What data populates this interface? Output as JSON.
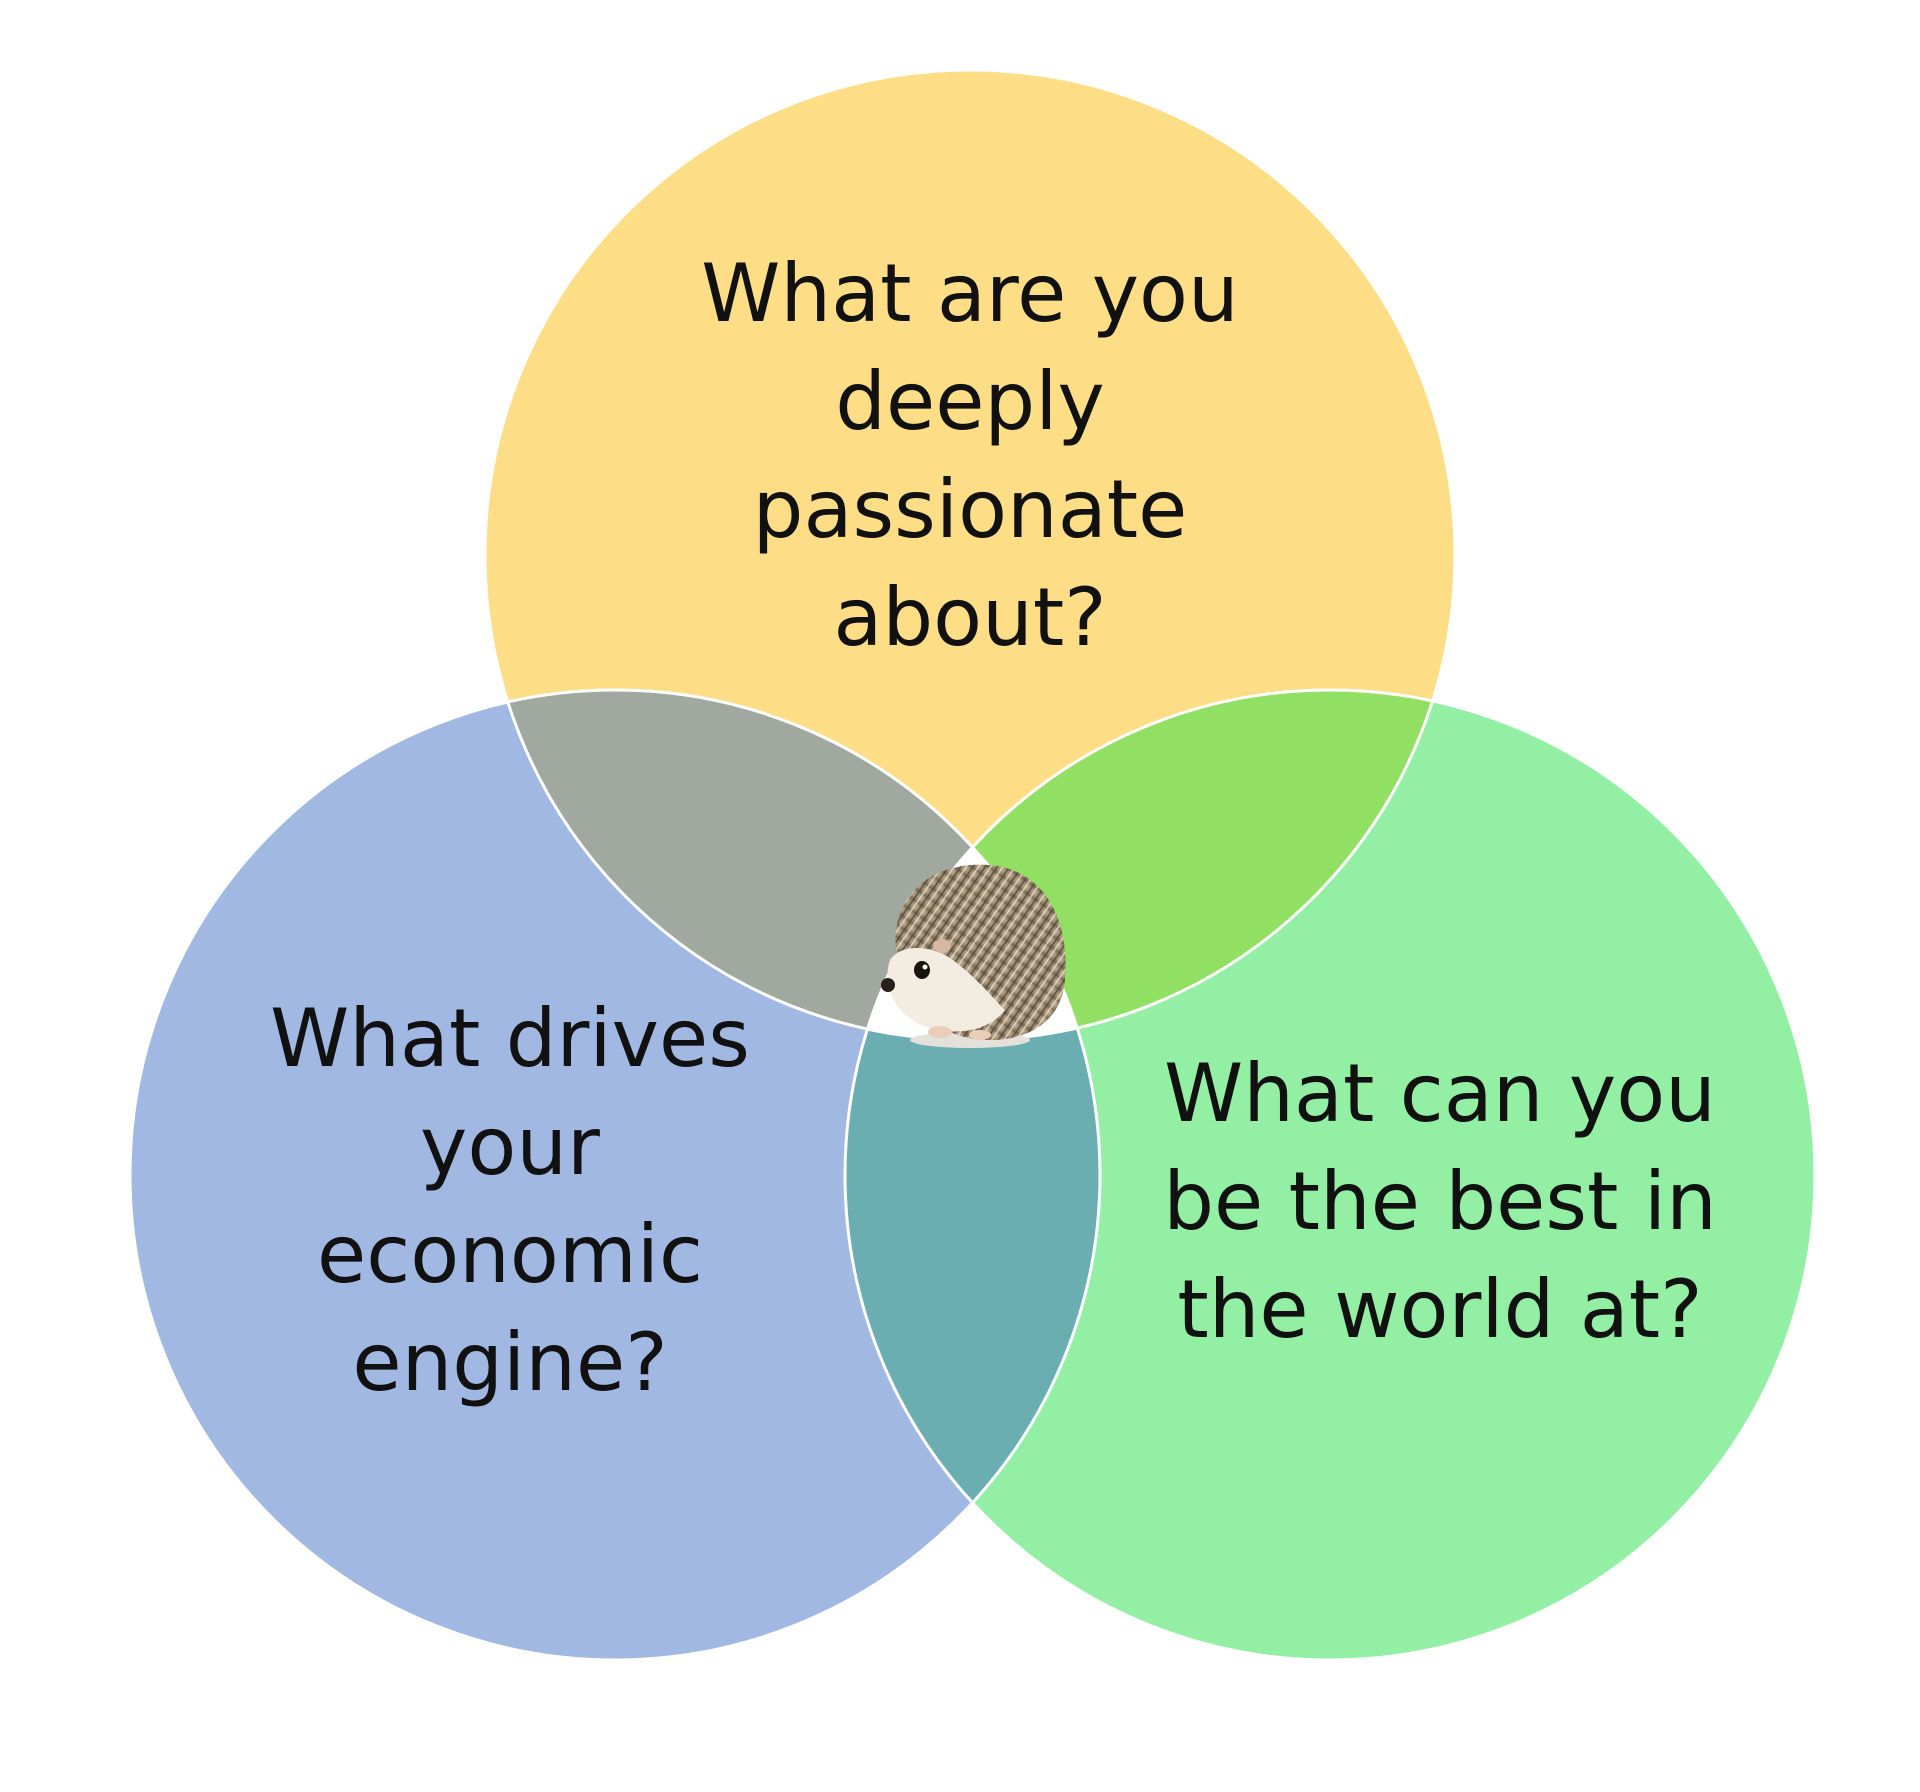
{
  "diagram": {
    "type": "venn",
    "circles": [
      {
        "id": "passion",
        "color": "#FDDD85",
        "lines": [
          "What are you",
          "deeply",
          "passionate",
          "about?"
        ]
      },
      {
        "id": "economic",
        "color": "#A1B8E3",
        "lines": [
          "What drives",
          "your",
          "economic",
          "engine?"
        ]
      },
      {
        "id": "best",
        "color": "#93EFA4",
        "lines": [
          "What can you",
          "be the best in",
          "the world at?"
        ]
      }
    ],
    "overlap_colors": {
      "passion_economic": "#A1A8A0",
      "passion_best": "#92E063",
      "economic_best": "#6AAEB2",
      "center": "#FFFFFF"
    },
    "center_icon": "hedgehog-icon"
  }
}
